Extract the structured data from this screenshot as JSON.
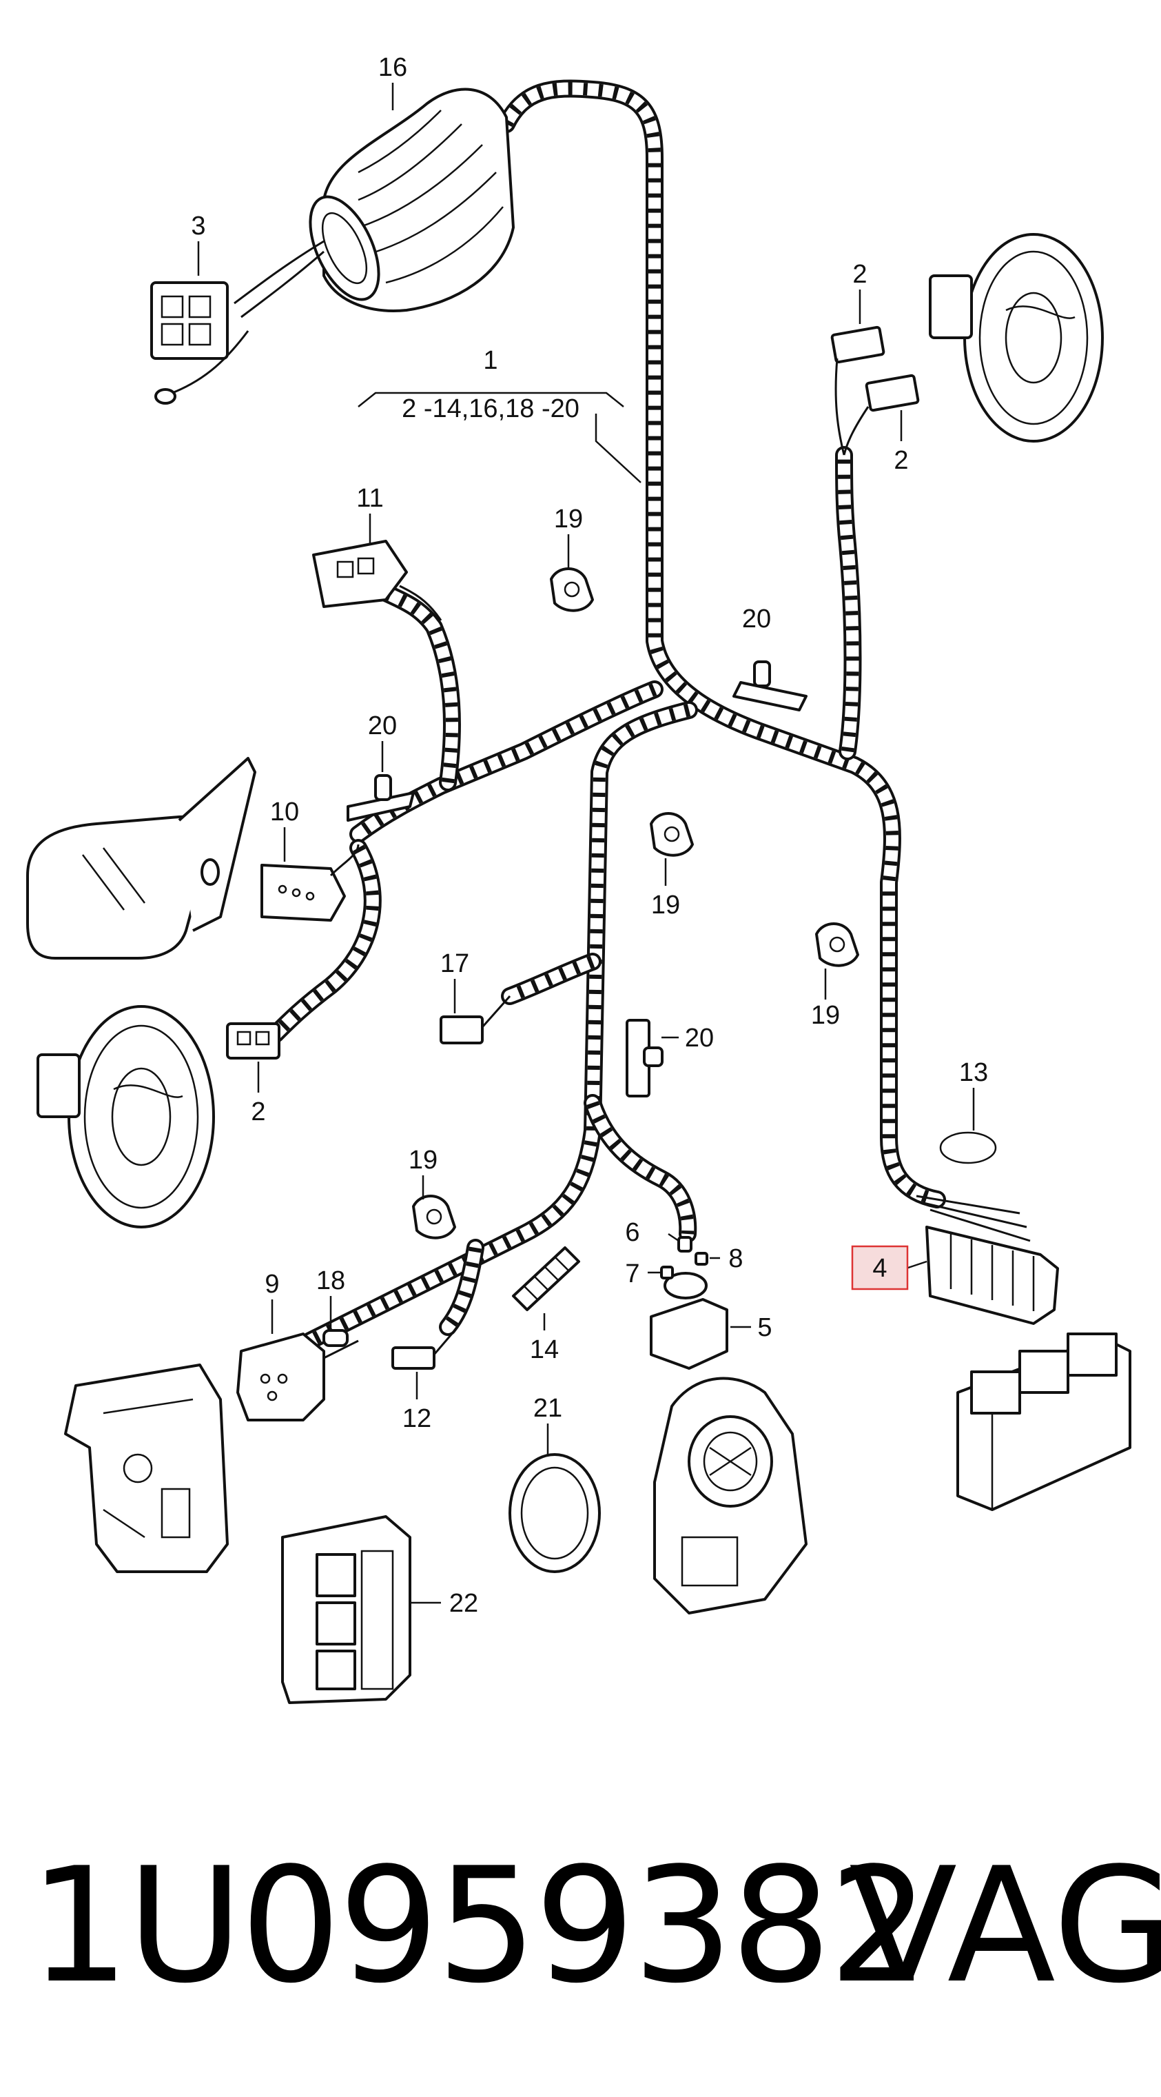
{
  "diagram": {
    "callouts": [
      {
        "id": "c16",
        "text": "16"
      },
      {
        "id": "c3",
        "text": "3"
      },
      {
        "id": "c1",
        "text": "1"
      },
      {
        "id": "c1sub",
        "text": "2 -14,16,18 -20"
      },
      {
        "id": "c2a",
        "text": "2"
      },
      {
        "id": "c2b",
        "text": "2"
      },
      {
        "id": "c11",
        "text": "11"
      },
      {
        "id": "c19a",
        "text": "19"
      },
      {
        "id": "c20a",
        "text": "20"
      },
      {
        "id": "c20b",
        "text": "20"
      },
      {
        "id": "c10",
        "text": "10"
      },
      {
        "id": "c19b",
        "text": "19"
      },
      {
        "id": "c19c",
        "text": "19"
      },
      {
        "id": "c17",
        "text": "17"
      },
      {
        "id": "c20c",
        "text": "20"
      },
      {
        "id": "c2c",
        "text": "2"
      },
      {
        "id": "c13",
        "text": "13"
      },
      {
        "id": "c19d",
        "text": "19"
      },
      {
        "id": "c4",
        "text": "4"
      },
      {
        "id": "c9",
        "text": "9"
      },
      {
        "id": "c18",
        "text": "18"
      },
      {
        "id": "c6",
        "text": "6"
      },
      {
        "id": "c8",
        "text": "8"
      },
      {
        "id": "c7",
        "text": "7"
      },
      {
        "id": "c5",
        "text": "5"
      },
      {
        "id": "c14",
        "text": "14"
      },
      {
        "id": "c12",
        "text": "12"
      },
      {
        "id": "c21",
        "text": "21"
      },
      {
        "id": "c22",
        "text": "22"
      }
    ],
    "highlight_color": "#d33333"
  },
  "footer": {
    "part_number": "1U0959382",
    "brand": "VAG"
  }
}
